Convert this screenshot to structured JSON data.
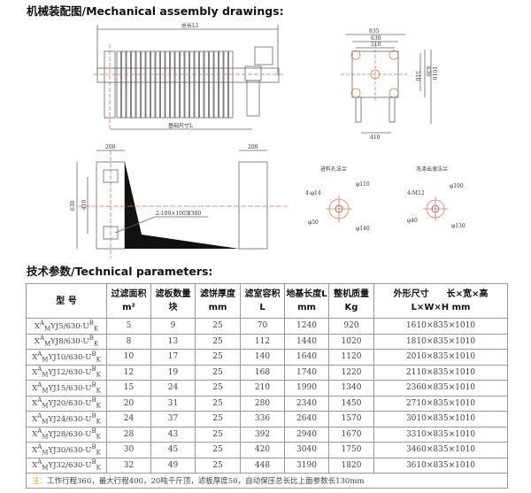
{
  "headings": {
    "drawings": "机械装配图/Mechanical assembly drawings:",
    "params": "技术参数/Technical parameters:"
  },
  "drawing": {
    "side_view": {
      "total_length": "总长L1",
      "base_length": "基础尺寸L"
    },
    "end_view": {
      "w1": "835",
      "w2": "630",
      "w3": "510",
      "h1": "510",
      "h2": "630",
      "h3": "1010",
      "leg": "410"
    },
    "foundation": {
      "w_left": "200",
      "w_right": "200",
      "h_outer": "630",
      "h_inner": "410",
      "hole_note": "2-100×100深300"
    },
    "flange_inlet": {
      "title": "进料孔法兰",
      "bolt": "4-φ14",
      "d1": "φ110",
      "d2": "φ50",
      "d3": "φ140"
    },
    "flange_wash": {
      "title": "洗涤出液法兰",
      "bolt": "4-M12",
      "d1": "φ100",
      "d2": "φ40",
      "d3": "φ130"
    }
  },
  "table": {
    "headers": [
      [
        "型 号",
        ""
      ],
      [
        "过滤面积",
        "m²"
      ],
      [
        "滤板数量",
        "块"
      ],
      [
        "滤饼厚度",
        "mm"
      ],
      [
        "滤室容积",
        "L"
      ],
      [
        "地基长度L",
        "mm"
      ],
      [
        "整机质量",
        "Kg"
      ],
      [
        "外形尺寸　　长×宽×高",
        "L×W×H mm"
      ]
    ],
    "rows": [
      {
        "model": "YJ5/630-U",
        "area": "5",
        "plates": "9",
        "cake": "25",
        "volume": "70",
        "base": "1240",
        "mass": "920",
        "dims": "1610×835×1010"
      },
      {
        "model": "YJ8/630-U",
        "area": "8",
        "plates": "13",
        "cake": "25",
        "volume": "112",
        "base": "1440",
        "mass": "1020",
        "dims": "1810×835×1010"
      },
      {
        "model": "YJ10/630-U",
        "area": "10",
        "plates": "17",
        "cake": "25",
        "volume": "140",
        "base": "1640",
        "mass": "1120",
        "dims": "2010×835×1010"
      },
      {
        "model": "YJ12/630-U",
        "area": "12",
        "plates": "19",
        "cake": "25",
        "volume": "168",
        "base": "1740",
        "mass": "1220",
        "dims": "2110×835×1010"
      },
      {
        "model": "YJ15/630-U",
        "area": "15",
        "plates": "24",
        "cake": "25",
        "volume": "210",
        "base": "1990",
        "mass": "1340",
        "dims": "2360×835×1010"
      },
      {
        "model": "YJ20/630-U",
        "area": "20",
        "plates": "31",
        "cake": "25",
        "volume": "280",
        "base": "2340",
        "mass": "1450",
        "dims": "2710×835×1010"
      },
      {
        "model": "YJ24/630-U",
        "area": "24",
        "plates": "37",
        "cake": "25",
        "volume": "336",
        "base": "2640",
        "mass": "1570",
        "dims": "3010×835×1010"
      },
      {
        "model": "YJ28/630-U",
        "area": "28",
        "plates": "43",
        "cake": "25",
        "volume": "392",
        "base": "2940",
        "mass": "1670",
        "dims": "3310×835×1010"
      },
      {
        "model": "YJ30/630-U",
        "area": "30",
        "plates": "45",
        "cake": "25",
        "volume": "420",
        "base": "3040",
        "mass": "1750",
        "dims": "3460×835×1010"
      },
      {
        "model": "YJ32/630-U",
        "area": "32",
        "plates": "49",
        "cake": "25",
        "volume": "448",
        "base": "3190",
        "mass": "1820",
        "dims": "3610×835×1010"
      }
    ],
    "note_mark": "注：",
    "note": "工作行程360，最大行程400，20吨千斤顶，滤板厚度50，自动保压总长比上面参数长130mm"
  }
}
